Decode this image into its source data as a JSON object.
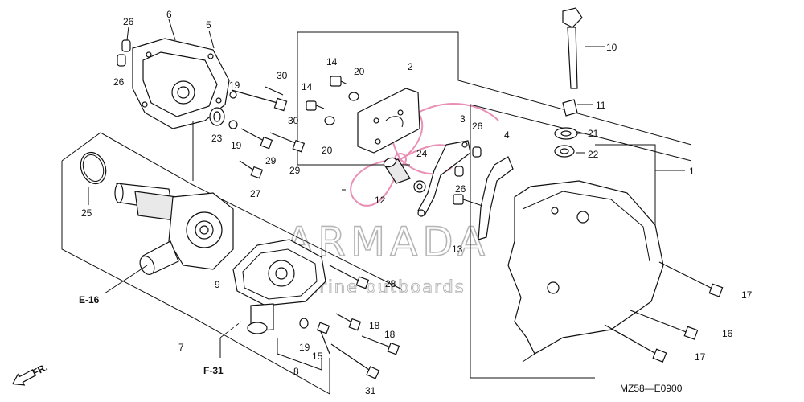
{
  "watermark": {
    "brand": "ARMADA",
    "tagline": "marine outboards",
    "color": "#e98fb6"
  },
  "diagram_code": "MZ58—E0900",
  "direction_marker": "FR.",
  "refs": {
    "e16": "E-16",
    "f31": "F-31"
  },
  "callouts": {
    "c1": "1",
    "c2": "2",
    "c3": "3",
    "c4": "4",
    "c5": "5",
    "c6": "6",
    "c7": "7",
    "c8": "8",
    "c9": "9",
    "c10": "10",
    "c11": "11",
    "c12": "12",
    "c13": "13",
    "c14a": "14",
    "c14b": "14",
    "c15": "15",
    "c16": "16",
    "c17a": "17",
    "c17b": "17",
    "c18a": "18",
    "c18b": "18",
    "c19a": "19",
    "c19b": "19",
    "c19c": "19",
    "c20a": "20",
    "c20b": "20",
    "c21": "21",
    "c22": "22",
    "c23": "23",
    "c24": "24",
    "c25": "25",
    "c26a": "26",
    "c26b": "26",
    "c26c": "26",
    "c26d": "26",
    "c27": "27",
    "c28": "28",
    "c29a": "29",
    "c29b": "29",
    "c30a": "30",
    "c30b": "30",
    "c31": "31"
  }
}
